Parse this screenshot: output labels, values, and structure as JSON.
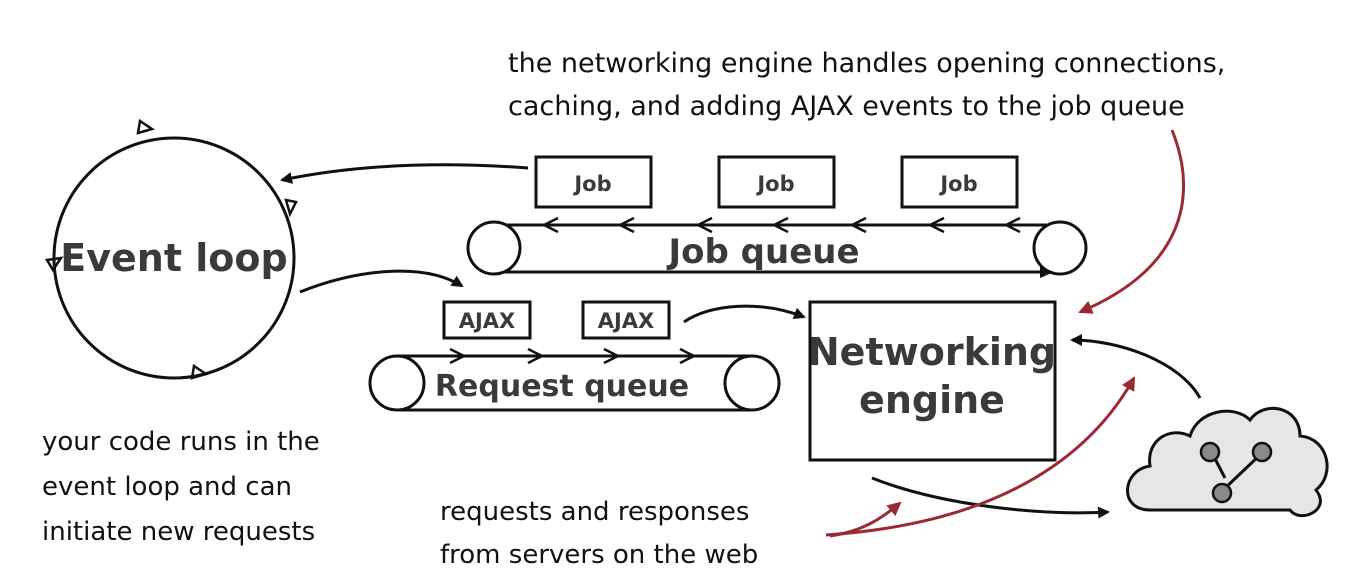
{
  "event_loop": {
    "label": "Event loop"
  },
  "job_queue": {
    "label": "Job queue",
    "jobs": [
      "Job",
      "Job",
      "Job"
    ]
  },
  "request_queue": {
    "label": "Request queue",
    "requests": [
      "AJAX",
      "AJAX"
    ]
  },
  "networking_engine": {
    "label_line1": "Networking",
    "label_line2": "engine"
  },
  "annotations": {
    "networking_line1": "the networking engine handles opening connections,",
    "networking_line2": "caching, and adding AJAX events to the job queue",
    "code_line1": "your code runs in the",
    "code_line2": "event loop and can",
    "code_line3": "initiate new requests",
    "servers_line1": "requests and responses",
    "servers_line2": "from servers on the web"
  },
  "colors": {
    "stroke": "#111111",
    "label_text": "#3a3a3a",
    "accent_arrow": "#9b2a35",
    "cloud_fill": "#e6e6e6",
    "node_fill": "#8a8a8a"
  },
  "icons": {
    "cloud": "cloud-network-icon"
  }
}
